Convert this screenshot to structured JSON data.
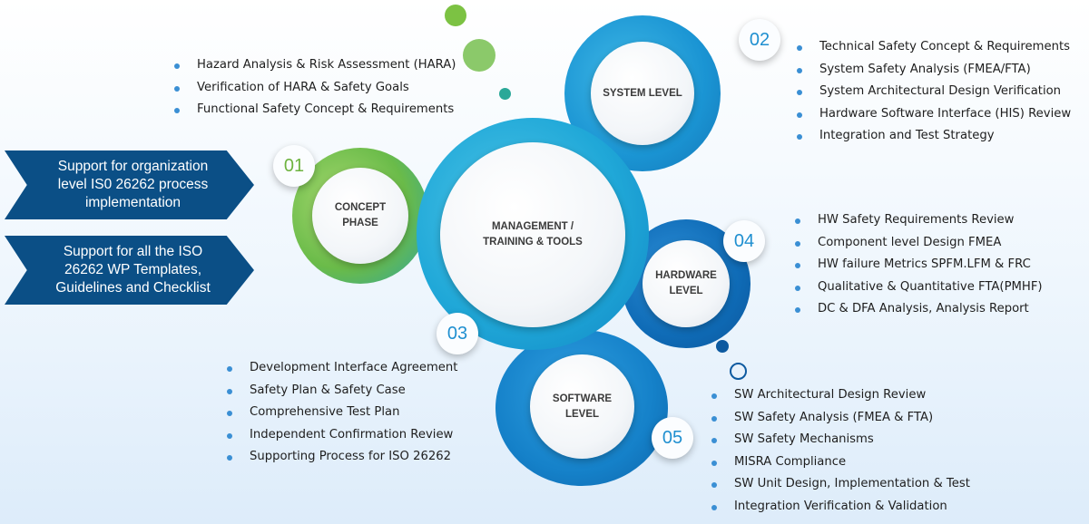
{
  "arrows": [
    {
      "text": "Support for organization level IS0 26262 process implementation"
    },
    {
      "text": "Support for all the ISO 26262 WP Templates, Guidelines and Checklist"
    }
  ],
  "center": {
    "label": "MANAGEMENT / TRAINING & TOOLS"
  },
  "phases": [
    {
      "number": "01",
      "label": "CONCEPT PHASE",
      "items": [
        "Hazard Analysis & Risk Assessment (HARA)",
        "Verification of HARA & Safety Goals",
        "Functional Safety Concept & Requirements"
      ]
    },
    {
      "number": "02",
      "label": "SYSTEM LEVEL",
      "items": [
        "Technical Safety Concept & Requirements",
        "System Safety Analysis (FMEA/FTA)",
        "System Architectural Design Verification",
        "Hardware Software Interface (HIS) Review",
        "Integration and Test Strategy"
      ]
    },
    {
      "number": "03",
      "label": "SOFTWARE LEVEL",
      "items": [
        "Development Interface Agreement",
        "Safety Plan & Safety Case",
        "Comprehensive Test Plan",
        "Independent Confirmation Review",
        "Supporting Process for ISO 26262"
      ]
    },
    {
      "number": "04",
      "label": "HARDWARE LEVEL",
      "items": [
        "HW Safety Requirements Review",
        "Component level Design FMEA",
        "HW failure Metrics SPFM.LFM & FRC",
        "Qualitative & Quantitative FTA(PMHF)",
        "DC & DFA Analysis, Analysis Report"
      ]
    },
    {
      "number": "05",
      "label": "",
      "items": [
        "SW Architectural Design Review",
        "SW Safety Analysis (FMEA & FTA)",
        "SW Safety Mechanisms",
        "MISRA Compliance",
        "SW Unit Design, Implementation & Test",
        "Integration Verification & Validation"
      ]
    }
  ],
  "colors": {
    "arrow": "#0b4f86",
    "green": "#7cc243",
    "teal": "#1da7c9",
    "blue": "#1e88cf",
    "dark_blue": "#0b5fa8",
    "bullet": "#3a8fd4"
  }
}
